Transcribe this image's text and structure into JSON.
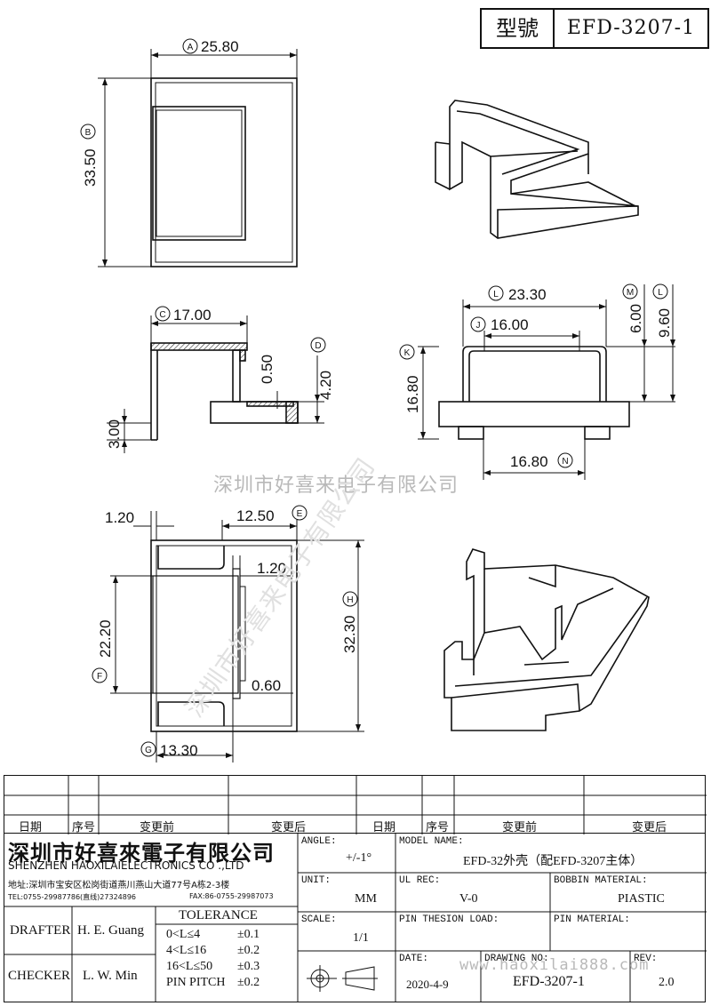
{
  "title_block": {
    "model_label": "型號",
    "model_value": "EFD-3207-1"
  },
  "dimensions": {
    "a_label": "A",
    "a_value": "25.80",
    "b_label": "B",
    "b_value": "33.50",
    "c_label": "C",
    "c_value": "17.00",
    "d_label": "D",
    "d_value": "4.20",
    "d_small": "0.50",
    "d_bottom": "3.00",
    "l_label": "L",
    "l_value": "23.30",
    "j_label": "J",
    "j_value": "16.00",
    "m_label": "M",
    "m_value": "6.00",
    "l2_label": "L",
    "l2_value": "9.60",
    "k_label": "K",
    "k_value": "16.80",
    "n_label": "N",
    "n_value": "16.80",
    "e_left": "1.20",
    "e_label": "E",
    "e_value": "12.50",
    "e_inner": "1.20",
    "f_label": "F",
    "f_value": "22.20",
    "h_label": "H",
    "h_value": "32.30",
    "f_small": "0.60",
    "g_label": "G",
    "g_value": "13.30"
  },
  "watermark": {
    "text": "深圳市好喜来电子有限公司",
    "diagonal": "深圳市好喜来电子有限公司"
  },
  "revision": {
    "headers": [
      "日期",
      "序号",
      "变更前",
      "变更后",
      "日期",
      "序号",
      "变更前",
      "变更后"
    ]
  },
  "company": {
    "name_cn": "深圳市好喜來電子有限公司",
    "name_en": "SHENZHEN HAOXILAIELECTRONICS CO .,LTD",
    "address": "地址:深圳市宝安区松岗街道燕川燕山大道77号A栋2-3楼",
    "tel": "TEL:0755-29987786(直线)27324896",
    "fax": "FAX:86-0755-29987073"
  },
  "info": {
    "angle_label": "ANGLE:",
    "angle_value": "+/-1°",
    "model_name_label": "MODEL NAME:",
    "model_name_value": "EFD-32外壳（配EFD-3207主体）",
    "unit_label": "UNIT:",
    "unit_value": "MM",
    "ul_label": "UL REC:",
    "ul_value": "V-0",
    "bobbin_label": "BOBBIN MATERIAL:",
    "bobbin_value": "PIASTIC",
    "scale_label": "SCALE:",
    "scale_value": "1/1",
    "pin_load_label": "PIN THESION LOAD:",
    "pin_material_label": "PIN MATERIAL:",
    "date_label": "DATE:",
    "date_value": "2020-4-9",
    "drawing_label": "DRAWING NO:",
    "drawing_value": "EFD-3207-1",
    "rev_label": "REV:",
    "rev_value": "2.0",
    "website": "www.haoxilai888.com"
  },
  "people": {
    "drafter_label": "DRAFTER",
    "drafter_value": "H. E. Guang",
    "checker_label": "CHECKER",
    "checker_value": "L. W. Min"
  },
  "tolerance": {
    "title": "TOLERANCE",
    "rows": [
      {
        "range": "0<L≤4",
        "tol": "±0.1"
      },
      {
        "range": "4<L≤16",
        "tol": "±0.2"
      },
      {
        "range": "16<L≤50",
        "tol": "±0.3"
      },
      {
        "range": "PIN PITCH",
        "tol": "±0.2"
      }
    ]
  }
}
